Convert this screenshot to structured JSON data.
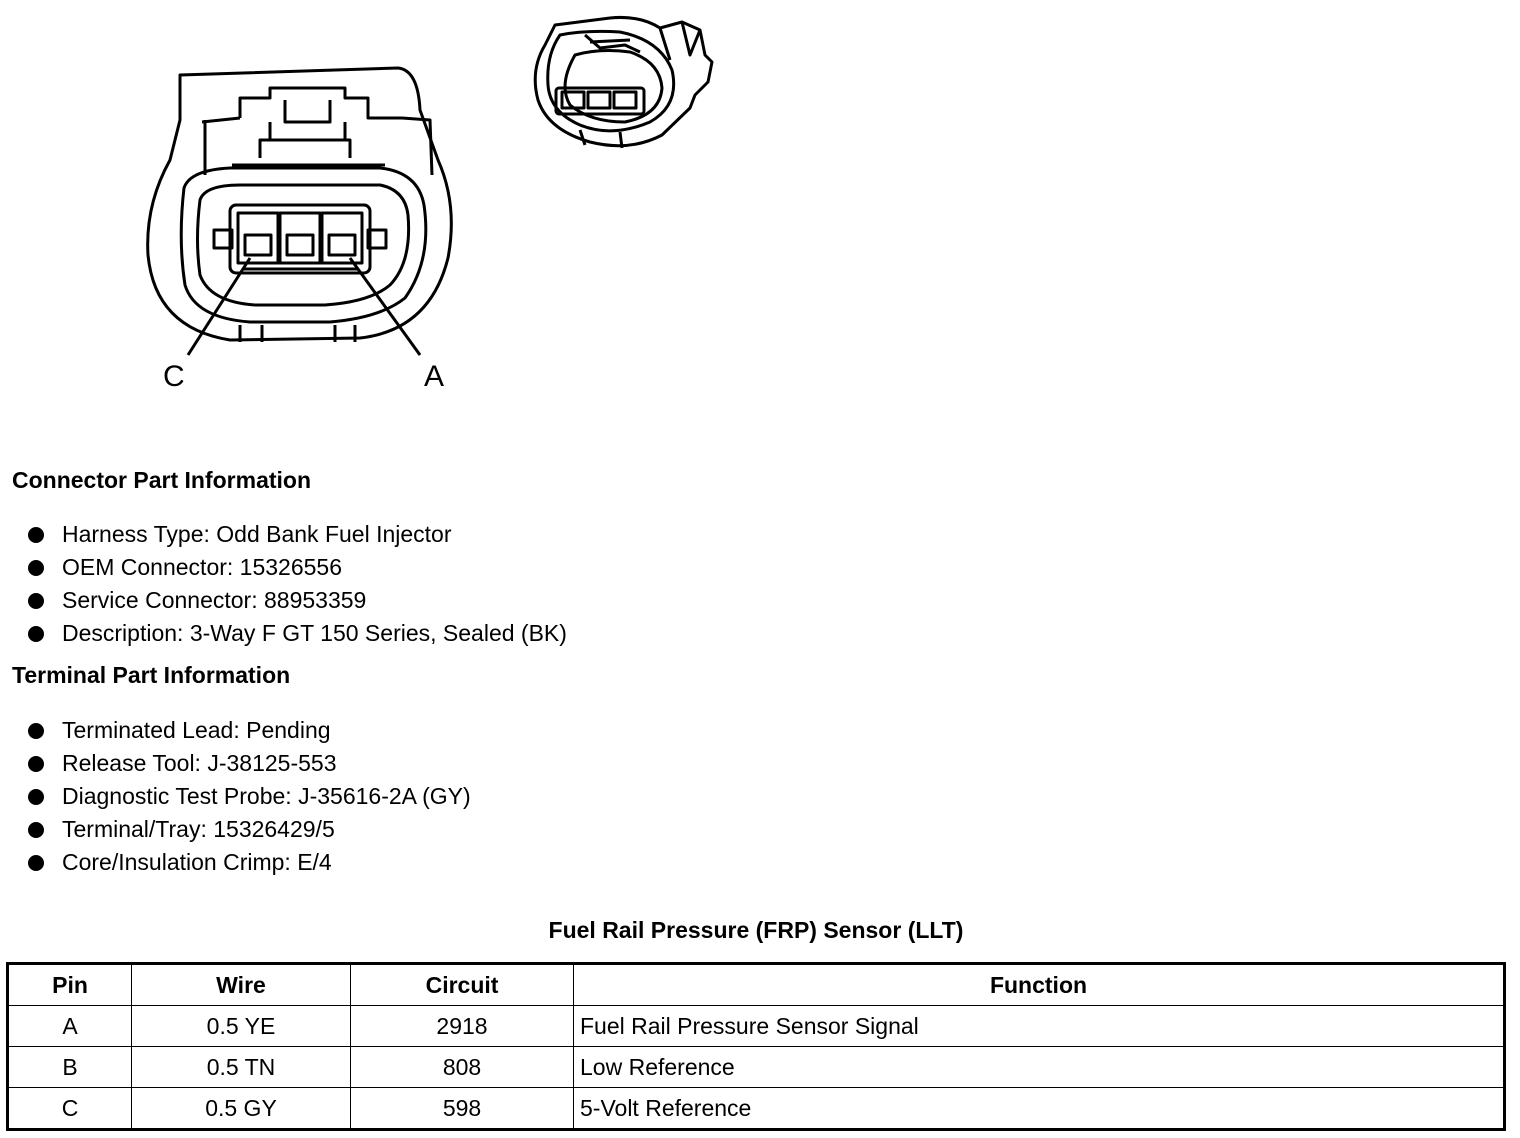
{
  "connector_diagram": {
    "pin_labels": [
      "C",
      "A"
    ]
  },
  "connector_section": {
    "heading": "Connector Part Information",
    "items": [
      "Harness Type: Odd Bank Fuel Injector",
      "OEM Connector: 15326556",
      "Service Connector: 88953359",
      "Description: 3-Way F GT 150 Series, Sealed (BK)"
    ]
  },
  "terminal_section": {
    "heading": "Terminal Part Information",
    "items": [
      "Terminated Lead: Pending",
      "Release Tool: J-38125-553",
      "Diagnostic Test Probe: J-35616-2A (GY)",
      "Terminal/Tray: 15326429/5",
      "Core/Insulation Crimp: E/4"
    ]
  },
  "pin_table": {
    "title": "Fuel Rail Pressure (FRP) Sensor (LLT)",
    "headers": [
      "Pin",
      "Wire",
      "Circuit",
      "Function"
    ],
    "rows": [
      [
        "A",
        "0.5 YE",
        "2918",
        "Fuel Rail Pressure Sensor Signal"
      ],
      [
        "B",
        "0.5 TN",
        "808",
        "Low Reference"
      ],
      [
        "C",
        "0.5 GY",
        "598",
        "5-Volt Reference"
      ]
    ]
  }
}
